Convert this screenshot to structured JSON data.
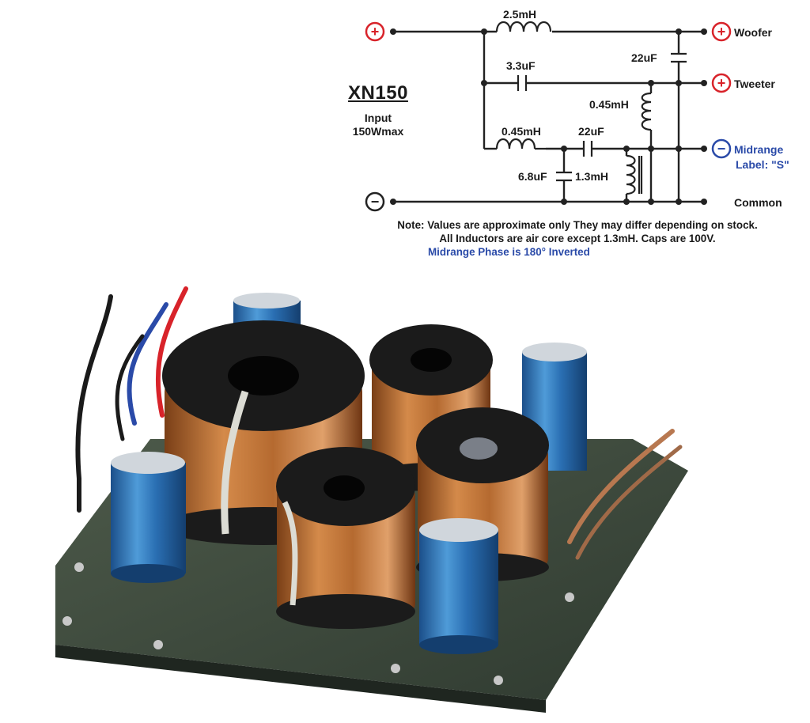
{
  "model": {
    "title": "XN150",
    "input_label": "Input",
    "power_rating": "150Wmax"
  },
  "terminals": {
    "pos_symbol": "+",
    "neg_symbol": "−",
    "woofer": "Woofer",
    "tweeter": "Tweeter",
    "midrange": "Midrange",
    "midrange_label": "Label: \"S\"",
    "common": "Common"
  },
  "components": {
    "l_woofer": "2.5mH",
    "c_tweeter": "3.3uF",
    "c_woofer_shunt": "22uF",
    "l_tweeter_shunt": "0.45mH",
    "l_mid_series": "0.45mH",
    "c_mid_series": "22uF",
    "c_mid_shunt": "6.8uF",
    "l_mid_shunt": "1.3mH"
  },
  "notes": {
    "line1": "Note: Values are approximate only They may differ depending on stock.",
    "line2": "All Inductors are air core except 1.3mH. Caps are 100V.",
    "line3": "Midrange Phase is 180° Inverted"
  },
  "colors": {
    "ink": "#1a1a1a",
    "terminal_red": "#d8232a",
    "accent_blue": "#2a4aa8",
    "copper": "#c87a3e"
  }
}
